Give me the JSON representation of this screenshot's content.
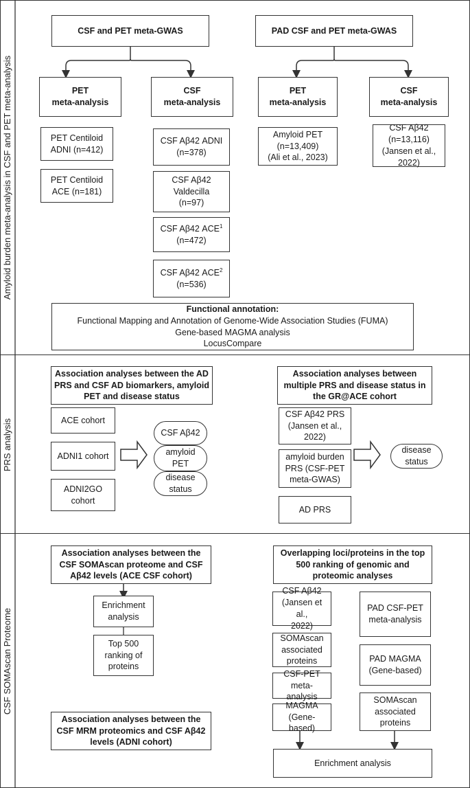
{
  "sections": {
    "amyloid": "Amyloid burden meta-analysis in CSF and PET meta-analysis",
    "prs": "PRS analysis",
    "proteome": "CSF SOMAscan Proteome"
  },
  "amyloid": {
    "gwas_left": "CSF and PET meta-GWAS",
    "gwas_right": "PAD CSF and PET meta-GWAS",
    "pet_meta_l": "PET\nmeta-analysis",
    "csf_meta_l": "CSF\nmeta-analysis",
    "pet_meta_r": "PET\nmeta-analysis",
    "csf_meta_r": "CSF\nmeta-analysis",
    "pet_adni": "PET Centiloid\nADNI (n=412)",
    "pet_ace": "PET Centiloid\nACE (n=181)",
    "csf_adni": "CSF Aβ42 ADNI\n(n=378)",
    "csf_valdecilla": "CSF Aβ42\nValdecilla\n(n=97)",
    "csf_ace1": "CSF Aβ42 ACE",
    "csf_ace1_sup": "1",
    "csf_ace1_n": "(n=472)",
    "csf_ace2": "CSF Aβ42 ACE",
    "csf_ace2_sup": "2",
    "csf_ace2_n": "(n=536)",
    "amyloid_pet": "Amyloid PET\n(n=13,409)\n(Ali et al., 2023)",
    "csf_jansen": "CSF Aβ42\n(n=13,116)\n(Jansen et al.,\n2022)",
    "func_title": "Functional annotation:",
    "func_lines": "Functional Mapping and Annotation of Genome-Wide Association Studies (FUMA)\nGene-based MAGMA analysis\nLocusCompare"
  },
  "prs": {
    "left_title": "Association analyses between the AD PRS and CSF AD biomarkers, amyloid PET and disease status",
    "ace_cohort": "ACE cohort",
    "adni1_cohort": "ADNI1 cohort",
    "adni2go_cohort": "ADNI2GO\ncohort",
    "out_csf": "CSF Aβ42",
    "out_amyloid": "amyloid\nPET",
    "out_disease": "disease\nstatus",
    "right_title": "Association analyses between multiple PRS and disease status in the GR@ACE cohort",
    "csf_prs": "CSF Aβ42 PRS\n(Jansen et al.,\n2022)",
    "amyloid_prs": "amyloid burden\nPRS (CSF-PET\nmeta-GWAS)",
    "ad_prs": "AD PRS",
    "disease_status": "disease\nstatus"
  },
  "proteome": {
    "left_title": "Association analyses between the CSF SOMAscan proteome and CSF Aβ42 levels (ACE CSF cohort)",
    "enrichment": "Enrichment\nanalysis",
    "top500": "Top 500\nranking of\nproteins",
    "mrm_title": "Association analyses between the CSF MRM proteomics and CSF Aβ42 levels  (ADNI cohort)",
    "right_title": "Overlapping loci/proteins in the top 500 ranking of genomic and proteomic analyses",
    "r_csf": "CSF Aβ42\n(Jansen et al.,\n2022)",
    "r_soma": "SOMAscan\nassociated\nproteins",
    "r_csfpet": "CSF-PET\nmeta-analysis",
    "r_magma": "MAGMA\n(Gene-based)",
    "r_pad_csfpet": "PAD CSF-PET\nmeta-analysis",
    "r_pad_magma": "PAD MAGMA\n(Gene-based)",
    "r_soma2": "SOMAscan\nassociated\nproteins",
    "final_enrichment": "Enrichment analysis"
  }
}
